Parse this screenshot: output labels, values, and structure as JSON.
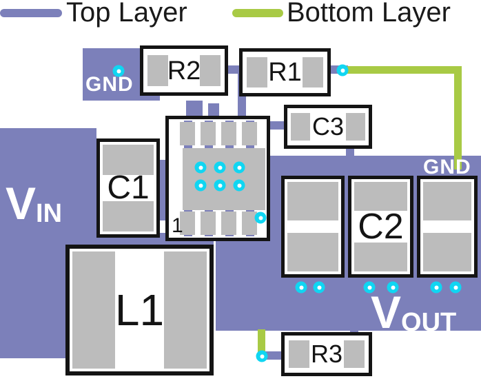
{
  "legend": {
    "top_layer_label": "Top Layer",
    "bottom_layer_label": "Bottom Layer"
  },
  "nets": {
    "gnd_top": "GND",
    "gnd_right": "GND",
    "vin_main": "V",
    "vin_sub": "IN",
    "vout_main": "V",
    "vout_sub": "OUT"
  },
  "components": {
    "r1": {
      "label": "R1"
    },
    "r2": {
      "label": "R2"
    },
    "r3": {
      "label": "R3"
    },
    "c1": {
      "label": "C1"
    },
    "c2": {
      "label": "C2"
    },
    "c3": {
      "label": "C3"
    },
    "l1": {
      "label": "L1"
    },
    "u1": {
      "pin1_label": "1"
    }
  },
  "colors": {
    "top_layer_copper": "#7c80ba",
    "bottom_layer_copper": "#a8ca45",
    "pad": "#bcbcbc",
    "via": "#10d6f2",
    "component_outline": "#141414",
    "net_label_text": "#ffffff"
  },
  "vias": [
    [
      172,
      103
    ],
    [
      497,
      102
    ],
    [
      291,
      243
    ],
    [
      319,
      243
    ],
    [
      347,
      243
    ],
    [
      291,
      269
    ],
    [
      319,
      269
    ],
    [
      347,
      269
    ],
    [
      378,
      316
    ],
    [
      437,
      417
    ],
    [
      463,
      417
    ],
    [
      536,
      417
    ],
    [
      570,
      417
    ],
    [
      633,
      417
    ],
    [
      661,
      417
    ],
    [
      380,
      517
    ]
  ]
}
